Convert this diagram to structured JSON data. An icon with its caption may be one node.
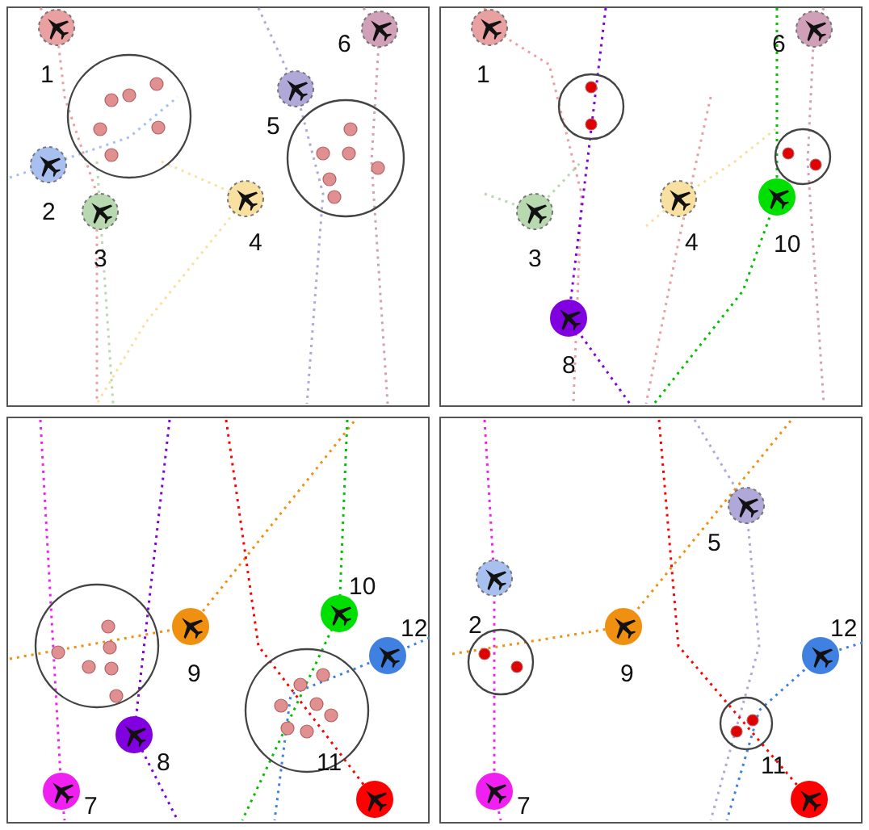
{
  "diagram": {
    "nodes": [
      {
        "text": [
          "1"
        ]
      },
      {
        "text": [
          "6"
        ]
      },
      {
        "text": [
          "5"
        ]
      },
      {
        "text": [
          "2"
        ]
      },
      {
        "text": [
          "3"
        ]
      },
      {
        "text": [
          "4"
        ]
      },
      {
        "text": [
          "1"
        ]
      },
      {
        "text": [
          "6"
        ]
      },
      {
        "text": [
          "3"
        ]
      },
      {
        "text": [
          "4"
        ]
      },
      {
        "text": [
          "10"
        ]
      },
      {
        "text": [
          "8"
        ]
      },
      {
        "text": [
          "10"
        ]
      },
      {
        "text": [
          "9"
        ]
      },
      {
        "text": [
          "12"
        ]
      },
      {
        "text": [
          "8"
        ]
      },
      {
        "text": [
          "7"
        ]
      },
      {
        "text": [
          "11"
        ]
      },
      {
        "text": [
          "5"
        ]
      },
      {
        "text": [
          "2"
        ]
      },
      {
        "text": [
          "9"
        ]
      },
      {
        "text": [
          "12"
        ]
      },
      {
        "text": [
          "7"
        ]
      },
      {
        "text": [
          "11"
        ]
      }
    ]
  }
}
